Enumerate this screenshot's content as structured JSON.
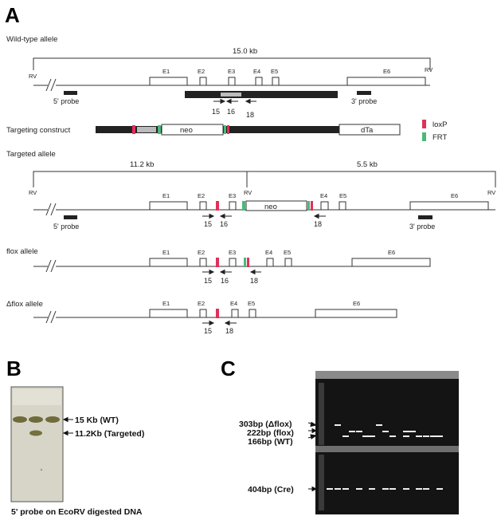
{
  "panels": {
    "a": "A",
    "b": "B",
    "c": "C"
  },
  "alleles": {
    "wild_type": "Wild-type allele",
    "targeting_construct": "Targeting construct",
    "targeted": "Targeted allele",
    "flox": "flox allele",
    "delta_flox": "Δflox allele"
  },
  "sizes": {
    "wt_total": "15.0 kb",
    "targeted_left": "11.2 kb",
    "targeted_right": "5.5 kb"
  },
  "site": "RV",
  "exons": [
    "E1",
    "E2",
    "E3",
    "E4",
    "E5",
    "E6"
  ],
  "probes": {
    "five": "5' probe",
    "three": "3' probe"
  },
  "cassettes": {
    "neo": "neo",
    "dta": "dTa"
  },
  "primers": {
    "p15": "15",
    "p16": "16",
    "p18": "18"
  },
  "legend": {
    "loxp": "loxP",
    "frt": "FRT",
    "loxp_color": "#e0305a",
    "frt_color": "#4cb878"
  },
  "blot": {
    "band_wt": "15 Kb (WT)",
    "band_targeted": "11.2Kb (Targeted)",
    "caption": "5' probe on EcoRV digested DNA"
  },
  "gel": {
    "band_dflox": "303bp (Δflox)",
    "band_flox": "222bp (flox)",
    "band_wt": "166bp (WT)",
    "band_cre": "404bp (Cre)"
  }
}
